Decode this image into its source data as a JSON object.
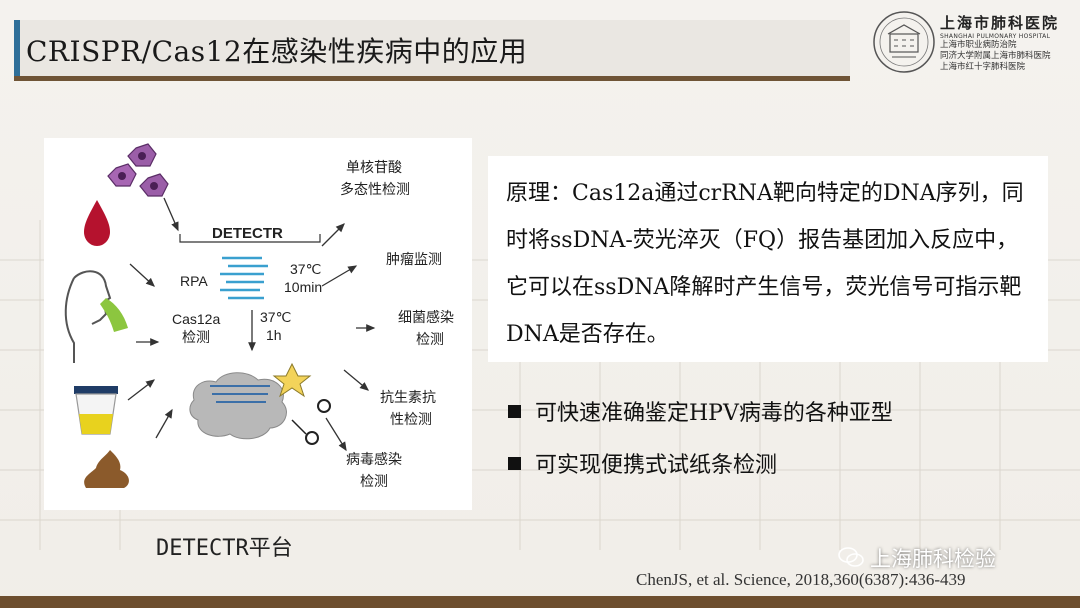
{
  "header": {
    "title": "CRISPR/Cas12在感染性疾病中的应用"
  },
  "logo": {
    "name": "上海市肺科医院",
    "english": "SHANGHAI PULMONARY HOSPITAL",
    "line1": "上海市职业病防治院",
    "line2": "同济大学附属上海市肺科医院",
    "line3": "上海市红十字肺科医院"
  },
  "figure": {
    "detectr_title": "DETECTR",
    "rpa": "RPA",
    "temp1": "37℃",
    "time1": "10min",
    "cas12a": "Cas12a",
    "cas12a_sub": "检测",
    "temp2": "37℃",
    "time2": "1h",
    "outputs": [
      {
        "line1": "单核苷酸",
        "line2": "多态性检测"
      },
      {
        "line1": "肿瘤监测",
        "line2": ""
      },
      {
        "line1": "细菌感染",
        "line2": "检测"
      },
      {
        "line1": "抗生素抗",
        "line2": "性检测"
      },
      {
        "line1": "病毒感染",
        "line2": "检测"
      }
    ]
  },
  "caption": "DETECTR平台",
  "principle": {
    "text": "原理：Cas12a通过crRNA靶向特定的DNA序列，同时将ssDNA-荧光淬灭（FQ）报告基团加入反应中，它可以在ssDNA降解时产生信号，荧光信号可指示靶DNA是否存在。"
  },
  "bullets": [
    "可快速准确鉴定HPV病毒的各种亚型",
    "可实现便携式试纸条检测"
  ],
  "watermark": "上海肺科检验",
  "citation": "ChenJS, et al. Science, 2018,360(6387):436-439",
  "colors": {
    "accent_blue": "#2e6f99",
    "brown_bar": "#6d4e2e",
    "title_bg": "#eae7e2"
  }
}
